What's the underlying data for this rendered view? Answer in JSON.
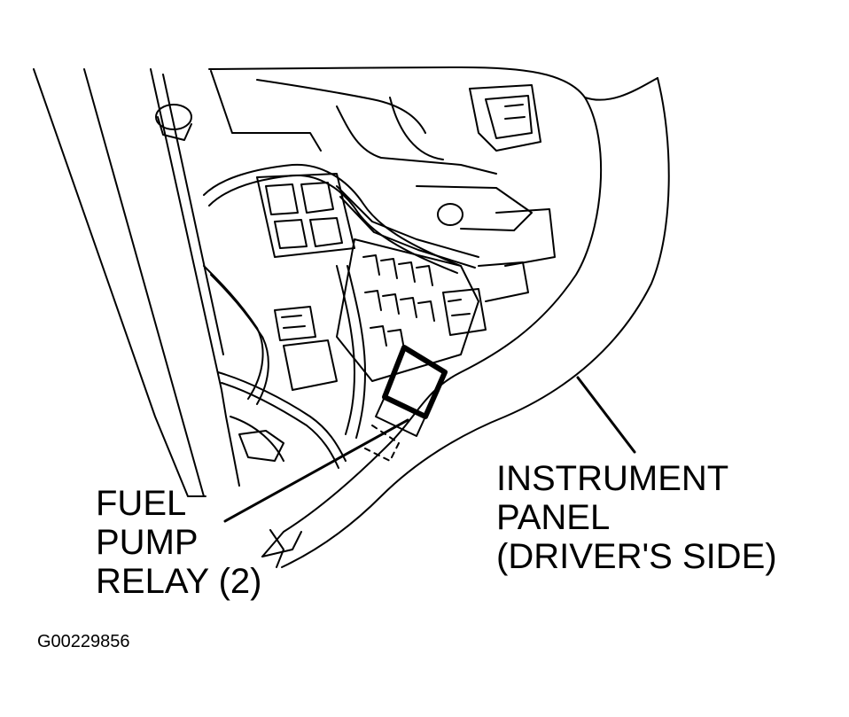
{
  "colors": {
    "line": "#000000",
    "background": "#ffffff"
  },
  "labels": {
    "fuel_pump_relay": [
      "FUEL",
      "PUMP",
      "RELAY (2)"
    ],
    "instrument_panel": [
      "INSTRUMENT",
      "PANEL",
      "(DRIVER'S SIDE)"
    ]
  },
  "figure_code": "G00229856"
}
